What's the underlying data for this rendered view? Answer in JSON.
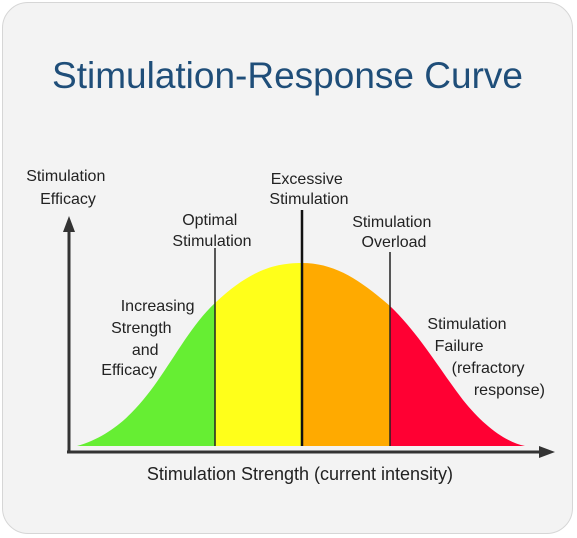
{
  "title": "Stimulation-Response Curve",
  "y_axis_label": [
    "Stimulation",
    "Efficacy"
  ],
  "x_axis_label": "Stimulation Strength (current intensity)",
  "annotations": {
    "increasing": [
      "Increasing",
      "Strength",
      "and",
      "Efficacy"
    ],
    "optimal": [
      "Optimal",
      "Stimulation"
    ],
    "excessive": [
      "Excessive",
      "Stimulation"
    ],
    "overload": [
      "Stimulation",
      "Overload"
    ],
    "failure": [
      "Stimulation",
      "Failure",
      "(refractory",
      "response)"
    ]
  },
  "colors": {
    "increasing_zone": "#66ee33",
    "optimal_zone": "#ffff1a",
    "excessive_zone": "#ffaa00",
    "failure_zone": "#ff0033",
    "title": "#1f4e79",
    "axis": "#333333"
  }
}
